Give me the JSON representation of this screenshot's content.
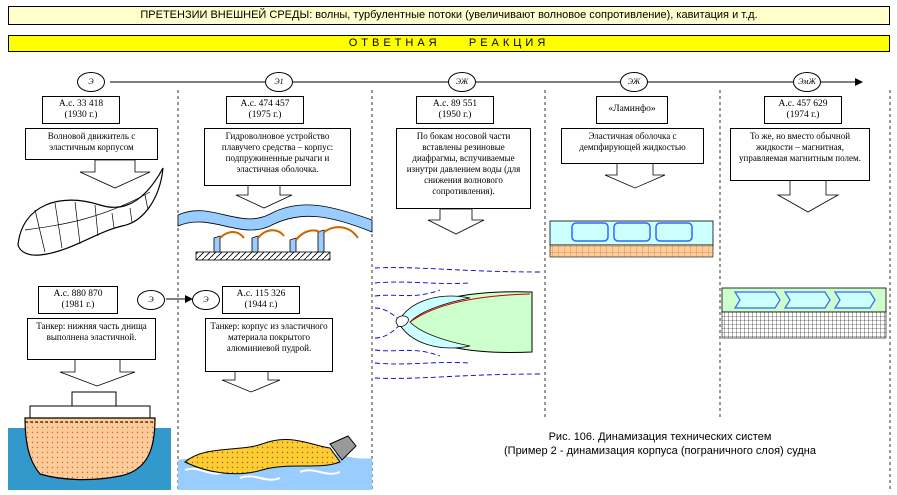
{
  "header": {
    "title": "ПРЕТЕНЗИИ ВНЕШНЕЙ СРЕДЫ: волны, турбулентные потоки (увеличивают волновое сопротивление), кавитация и т.д.",
    "response": "ОТВЕТНАЯ    РЕАКЦИЯ"
  },
  "stages": [
    "Э",
    "Э1",
    "ЭЖ",
    "ЭЖ",
    "ЭмЖ"
  ],
  "mid_stages": [
    "Э",
    "Э"
  ],
  "columns": [
    {
      "patent_no": "А.с. 33 418",
      "patent_year": "(1930 г.)",
      "desc": "Волновой движитель с эластичным корпусом"
    },
    {
      "patent_no": "А.с. 474 457",
      "patent_year": "(1975 г.)",
      "desc": "Гидроволновое устройство плавучего средства – корпус: подпружиненные рычаги и эластичная оболочка."
    },
    {
      "patent_no": "А.с. 89 551",
      "patent_year": "(1950 г.)",
      "desc": "По бокам носовой части вставлены резиновые диафрагмы, вспучиваемые изнутри давлением воды (для снижения волнового сопротивления)."
    },
    {
      "patent_no": "«Ламинфо»",
      "patent_year": "",
      "desc": "Эластичная оболочка с демпфирующей жидкостью"
    },
    {
      "patent_no": "А.с. 457 629",
      "patent_year": "(1974 г.)",
      "desc": "То же, но вместо обычной жидкости – магнитная, управляемая магнитным полем."
    }
  ],
  "lower": [
    {
      "patent_no": "А.с. 880 870",
      "patent_year": "(1981 г.)",
      "desc": "Танкер: нижняя часть днища выполнена эластичной."
    },
    {
      "patent_no": "А.с. 115 326",
      "patent_year": "(1944 г.)",
      "desc": "Танкер: корпус из эластичного материала покрытого алюминиевой пудрой."
    }
  ],
  "caption": {
    "line1": "Рис. 106. Динамизация технических систем",
    "line2": "(Пример 2 - динамизация корпуса (пограничного слоя) судна"
  },
  "colors": {
    "yellow": "#ffff00",
    "light_yellow": "#ffffcc",
    "water": "#ccffff",
    "water_blue": "#99ccff",
    "hull_orange": "#ffcc99",
    "gold": "#ffcc33",
    "green_hull": "#ccffcc"
  }
}
